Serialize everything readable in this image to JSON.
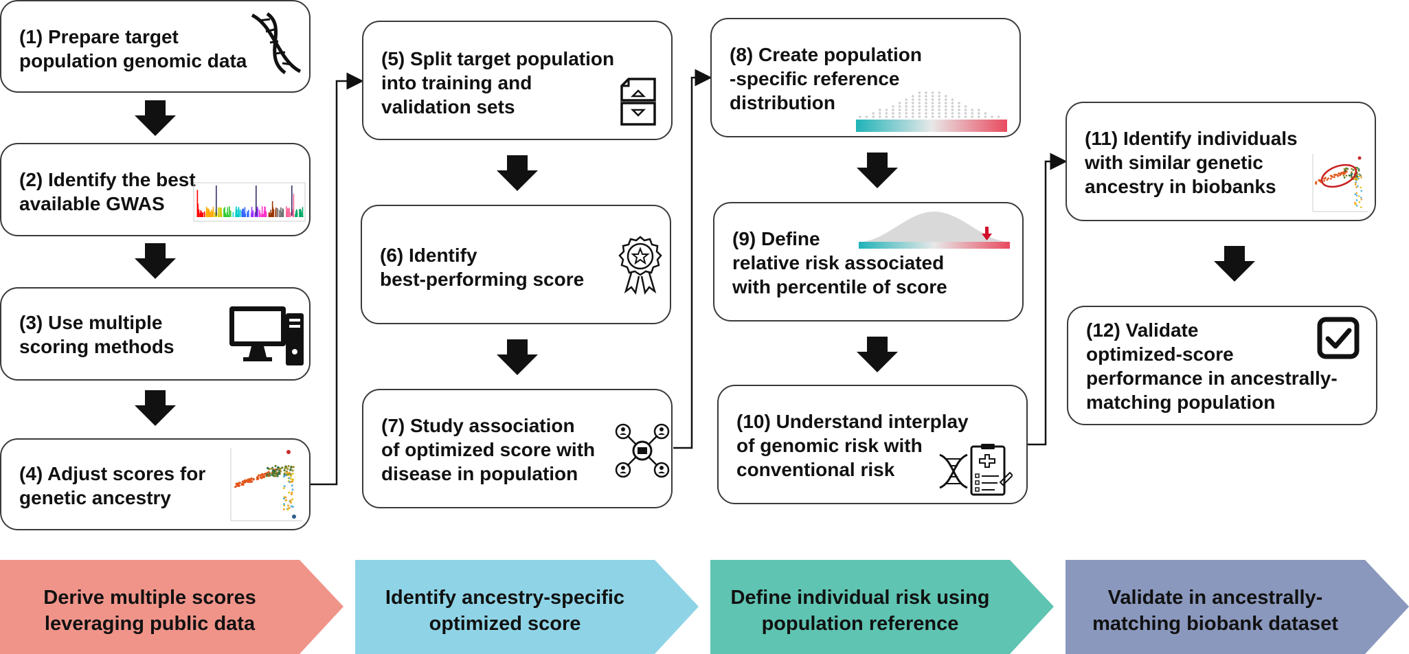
{
  "steps": [
    {
      "id": 1,
      "label": "(1) Prepare target\npopulation genomic data"
    },
    {
      "id": 2,
      "label": "(2) Identify the best\navailable GWAS"
    },
    {
      "id": 3,
      "label": "(3) Use multiple\nscoring methods"
    },
    {
      "id": 4,
      "label": "(4) Adjust scores for\ngenetic ancestry"
    },
    {
      "id": 5,
      "label": "(5) Split target population\ninto training and\nvalidation sets"
    },
    {
      "id": 6,
      "label": "(6) Identify\nbest-performing score"
    },
    {
      "id": 7,
      "label": "(7) Study association\nof optimized score with\ndisease in population"
    },
    {
      "id": 8,
      "label": "(8) Create population\n-specific reference\ndistribution"
    },
    {
      "id": 9,
      "label": "(9) Define\nrelative risk associated\nwith percentile of score"
    },
    {
      "id": 10,
      "label": "(10) Understand interplay\nof genomic risk with\nconventional risk"
    },
    {
      "id": 11,
      "label": "(11) Identify individuals\nwith similar genetic\nancestry in biobanks"
    },
    {
      "id": 12,
      "label": "(12) Validate\noptimized-score\nperformance in ancestrally-\nmatching population"
    }
  ],
  "stages": [
    {
      "label": "Derive multiple scores\nleveraging public data",
      "color": "#f0948a"
    },
    {
      "label": "Identify ancestry-specific\noptimized score",
      "color": "#8fd4e6"
    },
    {
      "label": "Define individual risk using\npopulation reference",
      "color": "#5fc4b2"
    },
    {
      "label": "Validate in ancestrally-\nmatching biobank dataset",
      "color": "#8a98bd"
    }
  ],
  "icons": {
    "step1": "dna-icon",
    "step2": "manhattan-plot-icon",
    "step3": "computer-icon",
    "step4": "ancestry-pca-plot-icon",
    "step5": "split-document-icon",
    "step6": "award-ribbon-icon",
    "step7": "network-people-icon",
    "step8": "distribution-gradient-icon",
    "step9": "risk-distribution-icon",
    "step10": "dna-clipboard-icon",
    "step11": "ancestry-cluster-plot-icon",
    "step12": "checkbox-icon"
  }
}
